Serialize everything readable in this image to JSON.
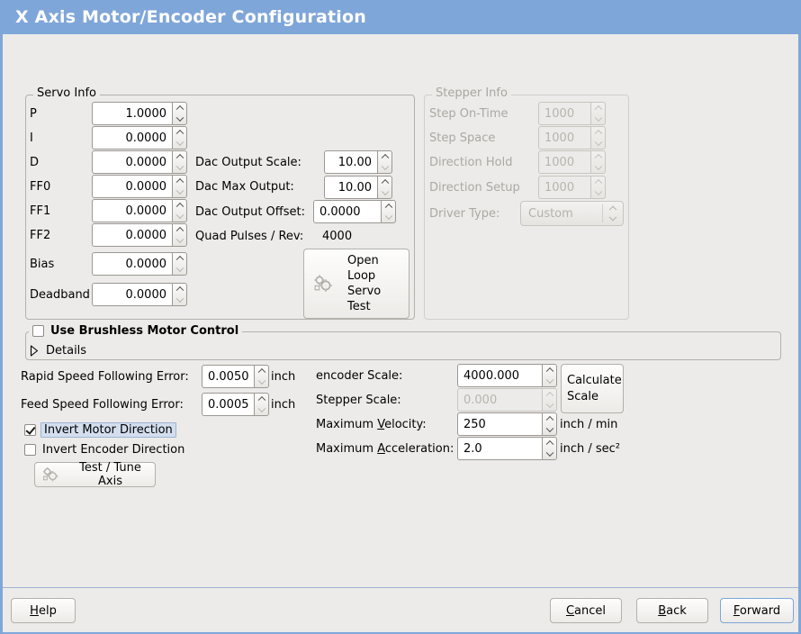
{
  "window": {
    "title": "X Axis Motor/Encoder Configuration",
    "title_bar_color": "#7FA6D8",
    "background_color": "#ECEBE9"
  },
  "servo_info": {
    "legend": "Servo Info",
    "fields": [
      {
        "label": "P",
        "value": "1.0000"
      },
      {
        "label": "I",
        "value": "0.0000"
      },
      {
        "label": "D",
        "value": "0.0000"
      },
      {
        "label": "FF0",
        "value": "0.0000"
      },
      {
        "label": "FF1",
        "value": "0.0000"
      },
      {
        "label": "FF2",
        "value": "0.0000"
      },
      {
        "label": "Bias",
        "value": "0.0000"
      },
      {
        "label": "Deadband",
        "value": "0.0000"
      }
    ],
    "dac": [
      {
        "label": "Dac Output Scale:",
        "value": "10.00"
      },
      {
        "label": "Dac Max Output:",
        "value": "10.00"
      },
      {
        "label": "Dac Output Offset:",
        "value": "0.0000"
      }
    ],
    "quad_pulses": {
      "label": "Quad Pulses / Rev:",
      "value": "4000"
    },
    "open_loop_button": {
      "lines": [
        "Open",
        "Loop",
        "Servo",
        "Test"
      ],
      "icon": "gears-icon"
    }
  },
  "stepper_info": {
    "legend": "Stepper Info",
    "disabled": true,
    "fields": [
      {
        "label": "Step On-Time",
        "value": "1000"
      },
      {
        "label": "Step Space",
        "value": "1000"
      },
      {
        "label": "Direction Hold",
        "value": "1000"
      },
      {
        "label": "Direction Setup",
        "value": "1000"
      }
    ],
    "driver_type": {
      "label": "Driver Type:",
      "value": "Custom"
    }
  },
  "brushless": {
    "checkbox_label": "Use Brushless Motor Control",
    "checked": false,
    "details_label": "Details",
    "details_expanded": false
  },
  "axis_settings": {
    "rapid_following_error": {
      "label": "Rapid Speed Following Error:",
      "value": "0.0050",
      "unit": "inch"
    },
    "feed_following_error": {
      "label": "Feed Speed Following Error:",
      "value": "0.0005",
      "unit": "inch"
    },
    "invert_motor": {
      "label": "Invert Motor Direction",
      "checked": true,
      "focused": true
    },
    "invert_encoder": {
      "label": "Invert Encoder Direction",
      "checked": false,
      "focused": false
    },
    "test_tune_button": {
      "label": "Test / Tune Axis",
      "icon": "gears-icon"
    },
    "encoder_scale": {
      "label": "encoder Scale:",
      "value": "4000.000",
      "disabled": false
    },
    "stepper_scale": {
      "label": "Stepper Scale:",
      "value": "0.000",
      "disabled": true
    },
    "max_velocity": {
      "label_pre": "Maximum ",
      "mnemonic": "V",
      "label_post": "elocity:",
      "value": "250",
      "unit": "inch / min"
    },
    "max_acceleration": {
      "label_pre": "Maximum ",
      "mnemonic": "A",
      "label_post": "cceleration:",
      "value": "2.0",
      "unit": "inch / sec²"
    },
    "calculate_scale_button": {
      "line1": "Calculate",
      "line2": "Scale"
    }
  },
  "footer": {
    "help": {
      "mnemonic": "H",
      "rest": "elp"
    },
    "cancel": {
      "mnemonic": "C",
      "rest": "ancel"
    },
    "back": {
      "mnemonic": "B",
      "rest": "ack"
    },
    "forward": {
      "mnemonic": "F",
      "rest": "orward",
      "focused": true
    }
  }
}
